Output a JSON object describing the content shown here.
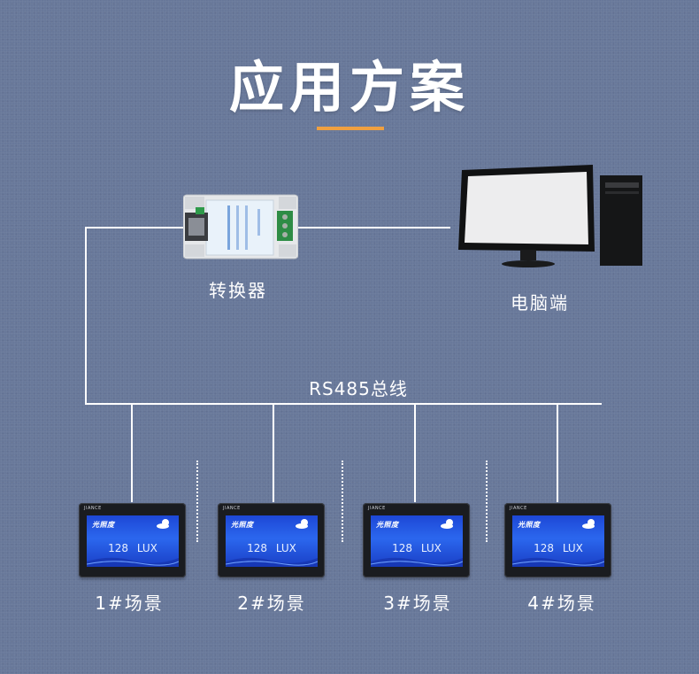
{
  "title": "应用方案",
  "accent_color": "#f0a040",
  "converter": {
    "label": "转换器",
    "icon": "converter-device-icon"
  },
  "computer": {
    "label": "电脑端",
    "icon": "desktop-computer-icon"
  },
  "bus": {
    "label": "RS485总线"
  },
  "scenes": [
    {
      "label": "1#场景",
      "brand": "JIANCE",
      "logo": "光照度",
      "value": "128",
      "unit": "LUX"
    },
    {
      "label": "2#场景",
      "brand": "JIANCE",
      "logo": "光照度",
      "value": "128",
      "unit": "LUX"
    },
    {
      "label": "3#场景",
      "brand": "JIANCE",
      "logo": "光照度",
      "value": "128",
      "unit": "LUX"
    },
    {
      "label": "4#场景",
      "brand": "JIANCE",
      "logo": "光照度",
      "value": "128",
      "unit": "LUX"
    }
  ]
}
